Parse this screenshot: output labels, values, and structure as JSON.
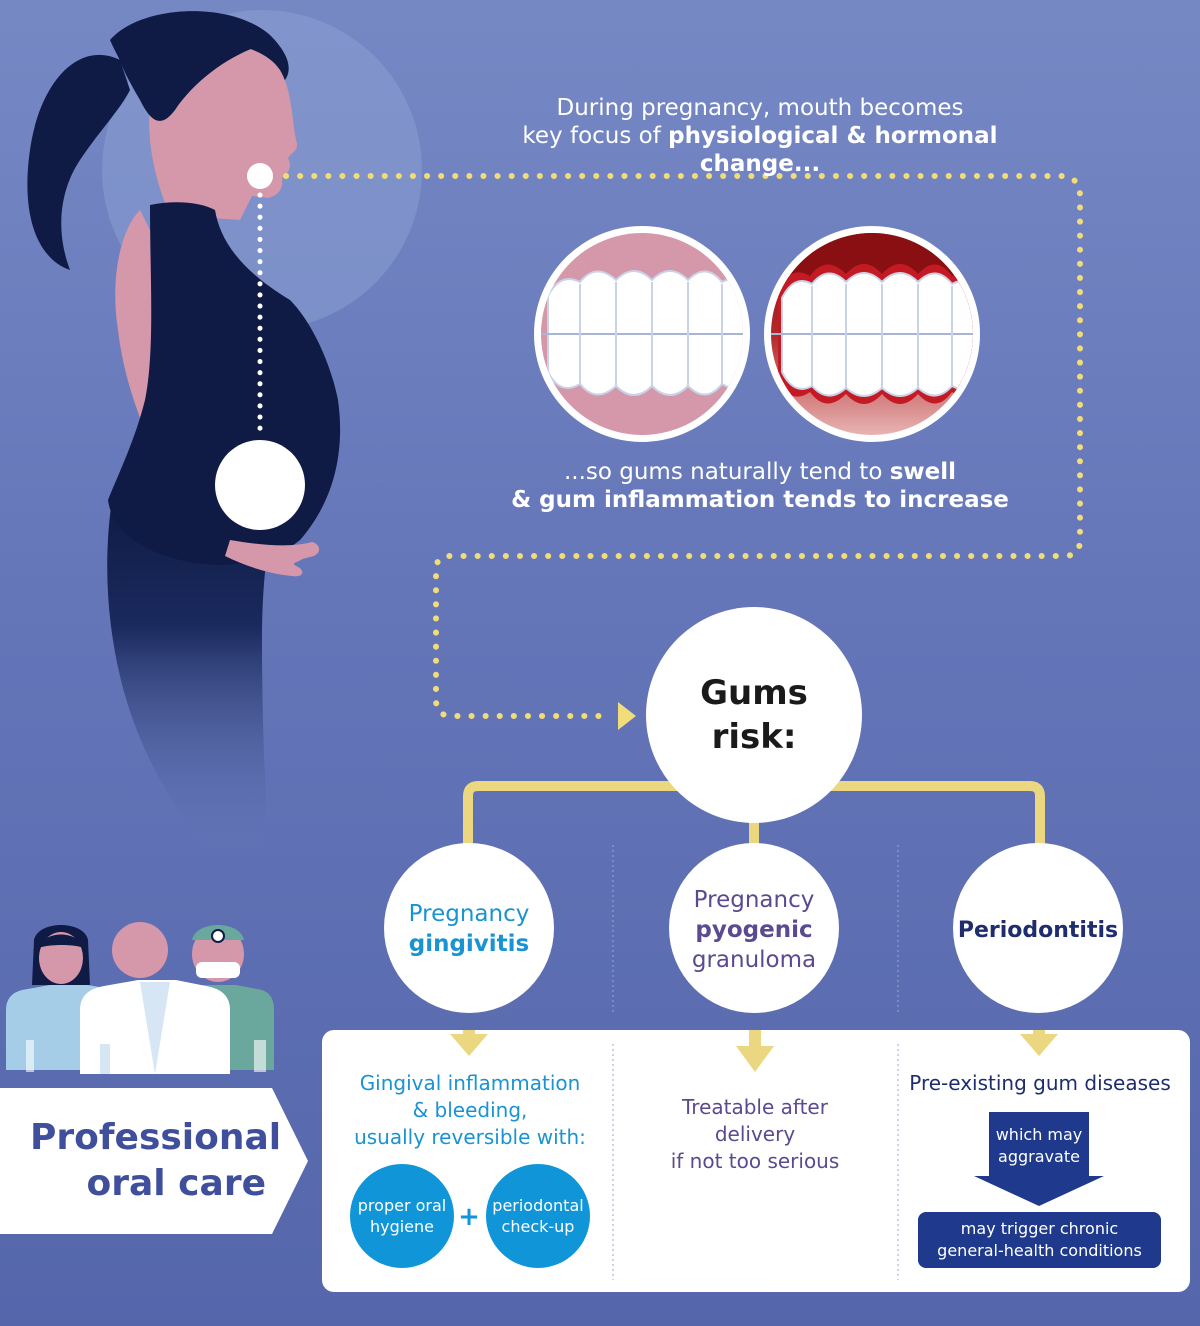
{
  "colors": {
    "background_top": "#7688c4",
    "background_bottom": "#5566ab",
    "woman_dress": "#0f1b44",
    "skin": "#d597aa",
    "dotted_path": "#f0dc78",
    "connector_yellow": "#ead77f",
    "gingivitis_blue": "#1a93d2",
    "granuloma_purple": "#5b4a8f",
    "periodontitis_navy": "#1f2d6e",
    "inflamed_gum_red": "#b01822"
  },
  "intro": {
    "line1": "During pregnancy, mouth becomes",
    "line2_prefix": "key focus of ",
    "line2_bold": "physiological & hormonal change..."
  },
  "gums_caption": {
    "line1_prefix": "...so gums naturally tend to ",
    "line1_bold": "swell",
    "line2": "& gum inflammation tends to increase"
  },
  "risk_hub": {
    "line1": "Gums",
    "line2": "risk:"
  },
  "risks": [
    {
      "line1": "Pregnancy",
      "line2": "gingivitis"
    },
    {
      "line1": "Pregnancy",
      "line2": "pyogenic",
      "line3": "granuloma"
    },
    {
      "label": "Periodontitis"
    }
  ],
  "outcomes": {
    "gingivitis": {
      "line1": "Gingival inflammation",
      "line2": "& bleeding,",
      "line3": "usually reversible with:",
      "actions": [
        {
          "line1": "proper oral",
          "line2": "hygiene"
        },
        {
          "line1": "periodontal",
          "line2": "check-up"
        }
      ],
      "plus": "+"
    },
    "granuloma": {
      "line1": "Treatable after",
      "line2": "delivery",
      "line3": "if not too serious"
    },
    "periodontitis": {
      "line1": "Pre-existing gum diseases",
      "arrow_line1": "which may",
      "arrow_line2": "aggravate",
      "result_line1": "may trigger chronic",
      "result_line2": "general-health conditions"
    }
  },
  "professional": {
    "line1": "Professional",
    "line2": "oral care"
  },
  "icons": [
    "pregnant-woman-icon",
    "healthy-gums-icon",
    "inflamed-gums-icon",
    "care-team-icon",
    "plus-icon",
    "down-arrow-icon"
  ]
}
